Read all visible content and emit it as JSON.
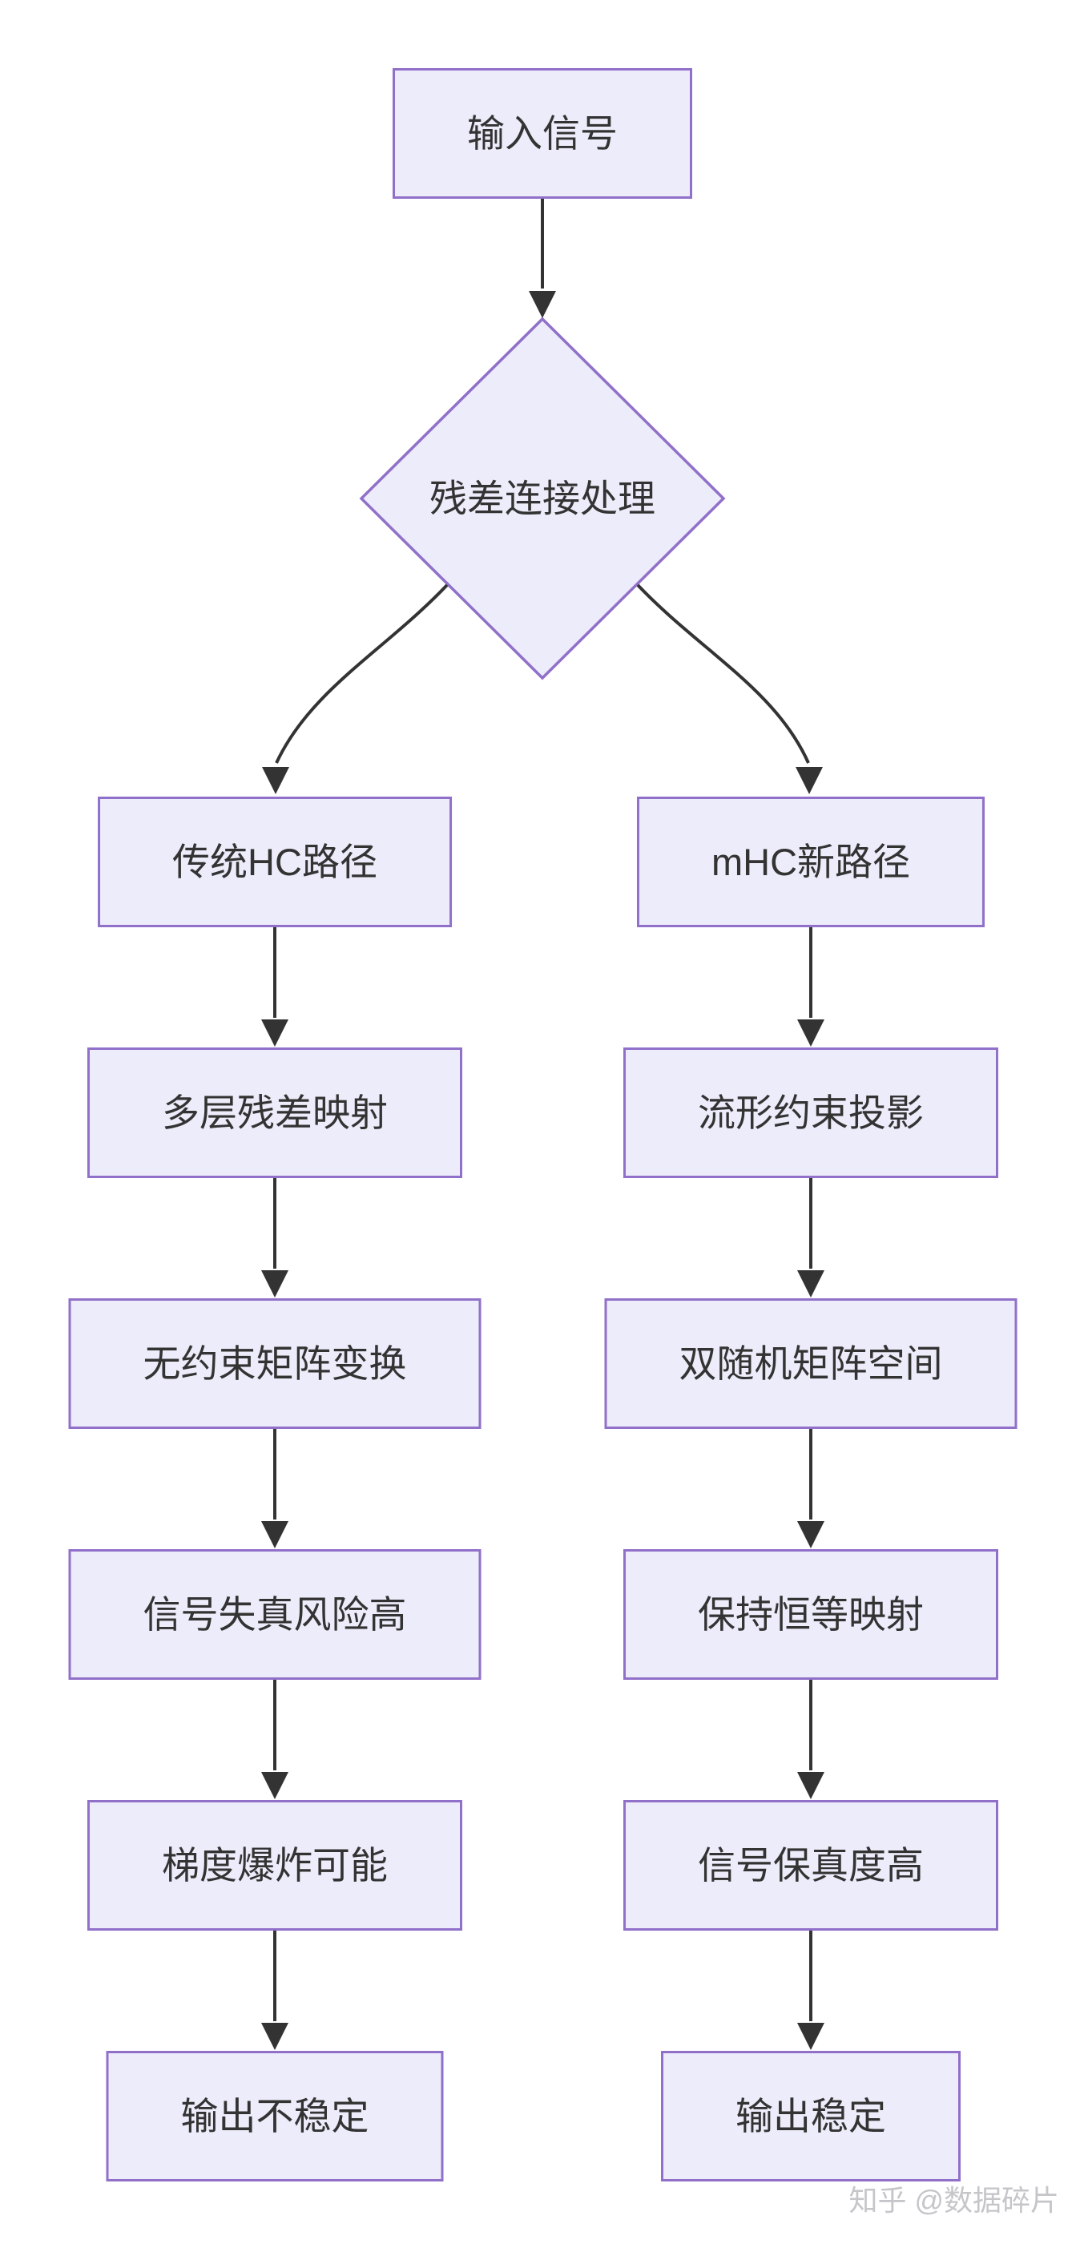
{
  "colors": {
    "background": "#FFFFFF",
    "node_fill": "#ECECFA",
    "node_border": "#9170C9",
    "edge": "#333333",
    "text": "#333333",
    "watermark": "#C6C6CA"
  },
  "flow": {
    "input": "输入信号",
    "decision": "残差连接处理",
    "left": [
      "传统HC路径",
      "多层残差映射",
      "无约束矩阵变换",
      "信号失真风险高",
      "梯度爆炸可能",
      "输出不稳定"
    ],
    "right": [
      "mHC新路径",
      "流形约束投影",
      "双随机矩阵空间",
      "保持恒等映射",
      "信号保真度高",
      "输出稳定"
    ]
  },
  "watermark": "知乎 @数据碎片"
}
